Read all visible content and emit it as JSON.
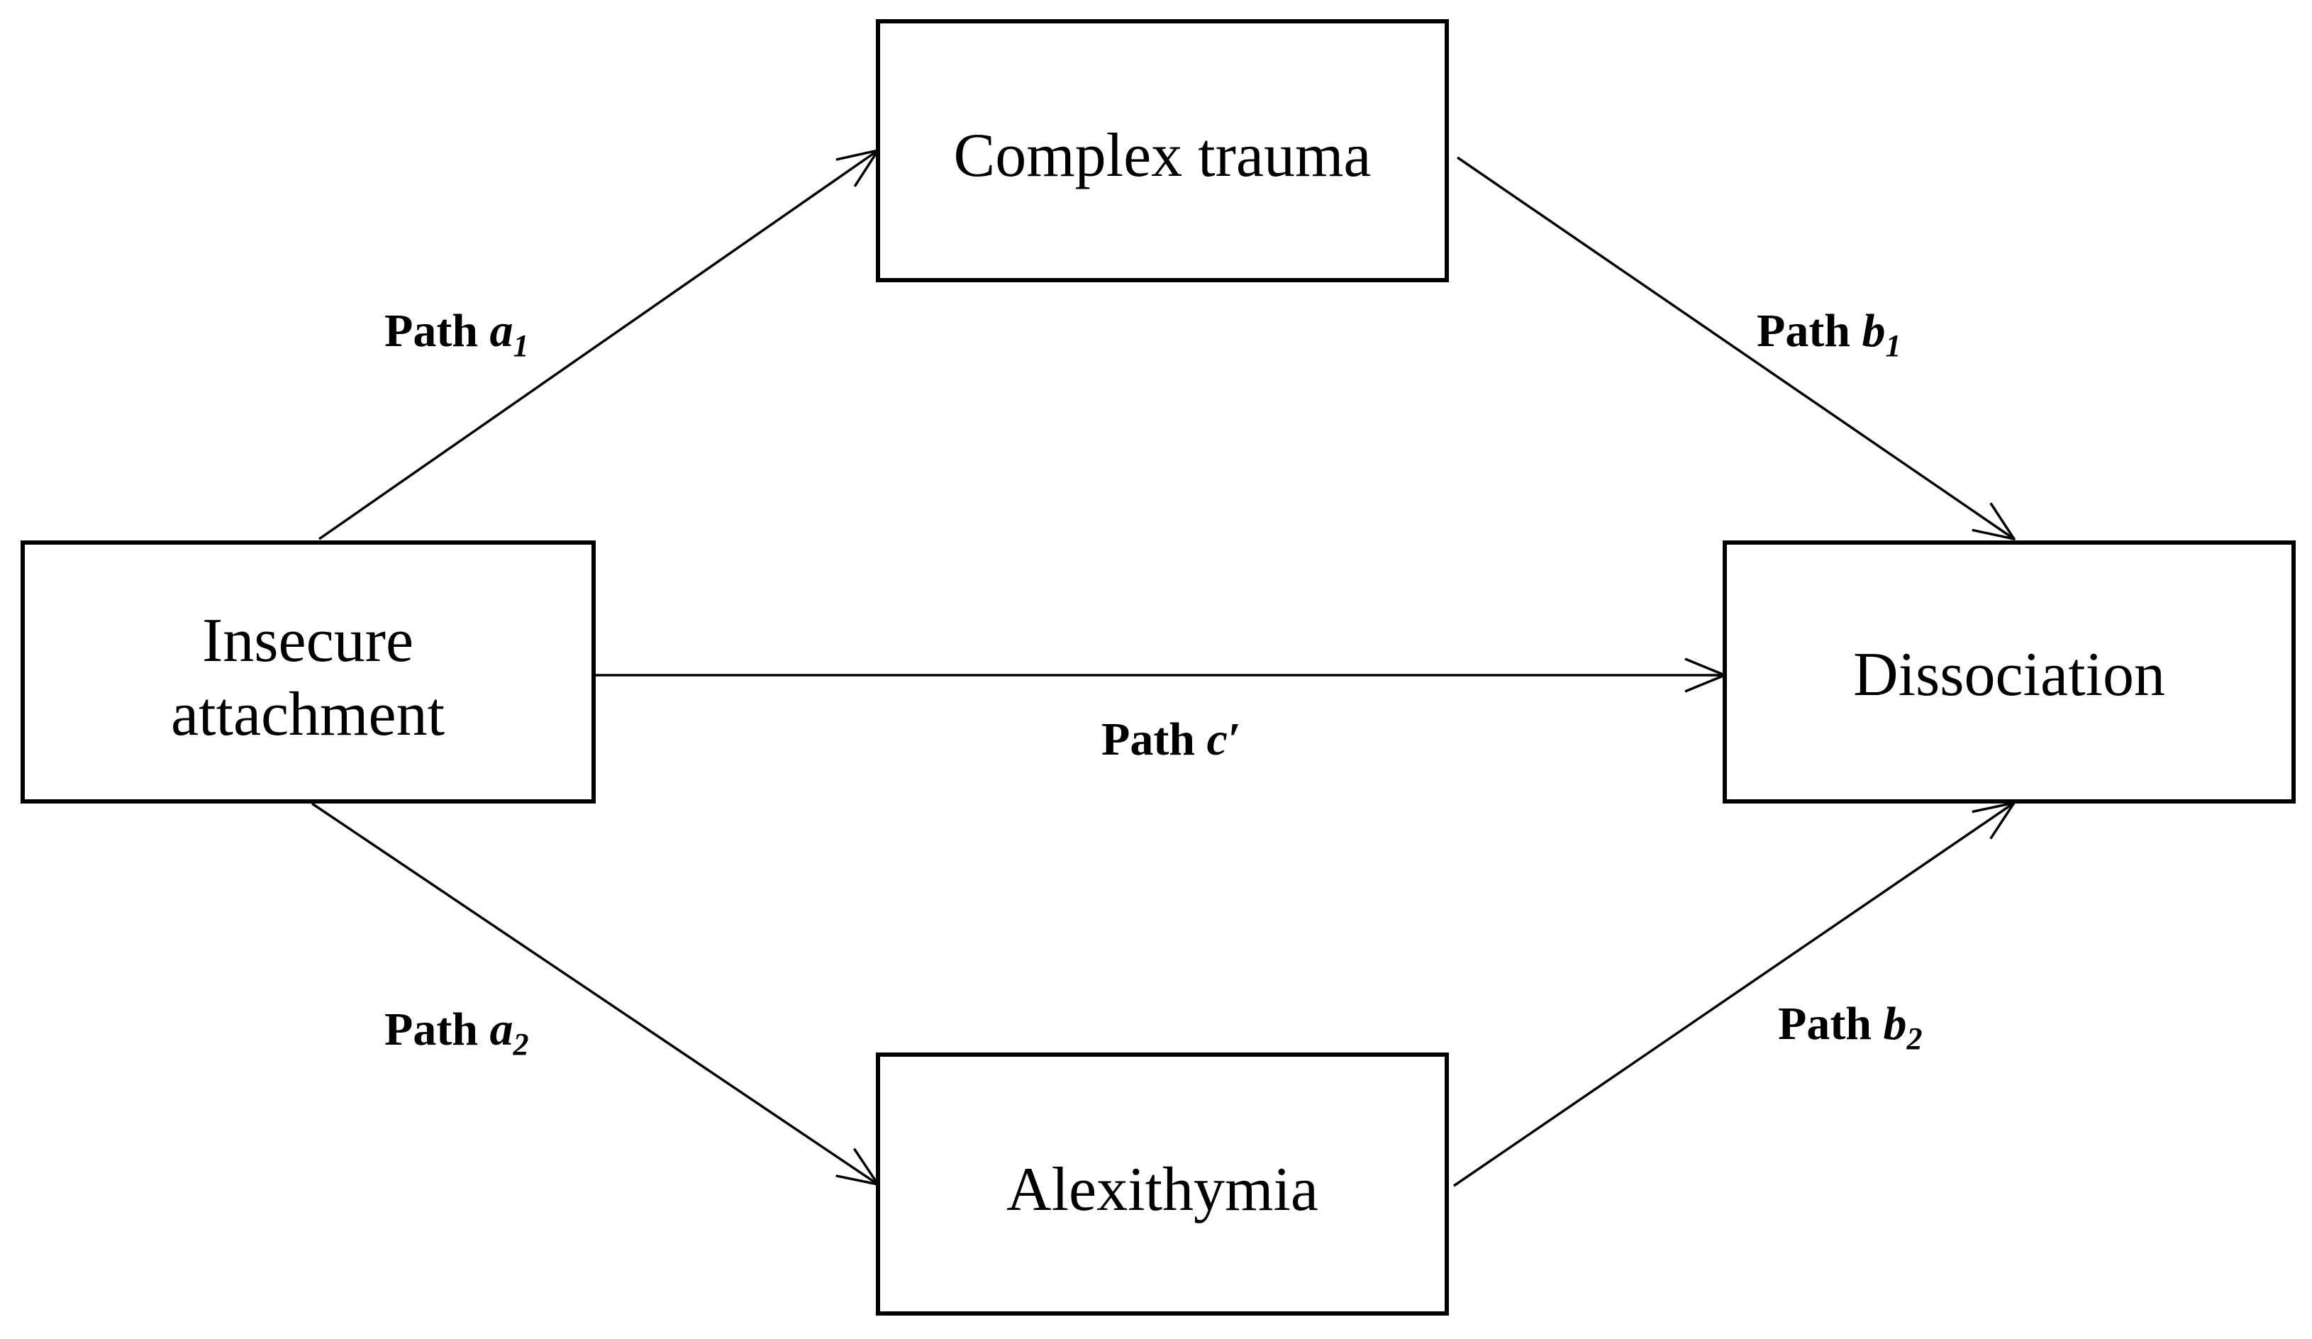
{
  "nodes": {
    "insecure": {
      "line1": "Insecure",
      "line2": "attachment"
    },
    "trauma": {
      "label": "Complex trauma"
    },
    "dissociation": {
      "label": "Dissociation"
    },
    "alexithymia": {
      "label": "Alexithymia"
    }
  },
  "paths": {
    "a1": {
      "prefix": "Path ",
      "symbol": "a",
      "sub": "1"
    },
    "b1": {
      "prefix": "Path ",
      "symbol": "b",
      "sub": "1"
    },
    "c": {
      "prefix": "Path ",
      "symbol": "c′"
    },
    "a2": {
      "prefix": "Path ",
      "symbol": "a",
      "sub": "2"
    },
    "b2": {
      "prefix": "Path ",
      "symbol": "b",
      "sub": "2"
    }
  }
}
